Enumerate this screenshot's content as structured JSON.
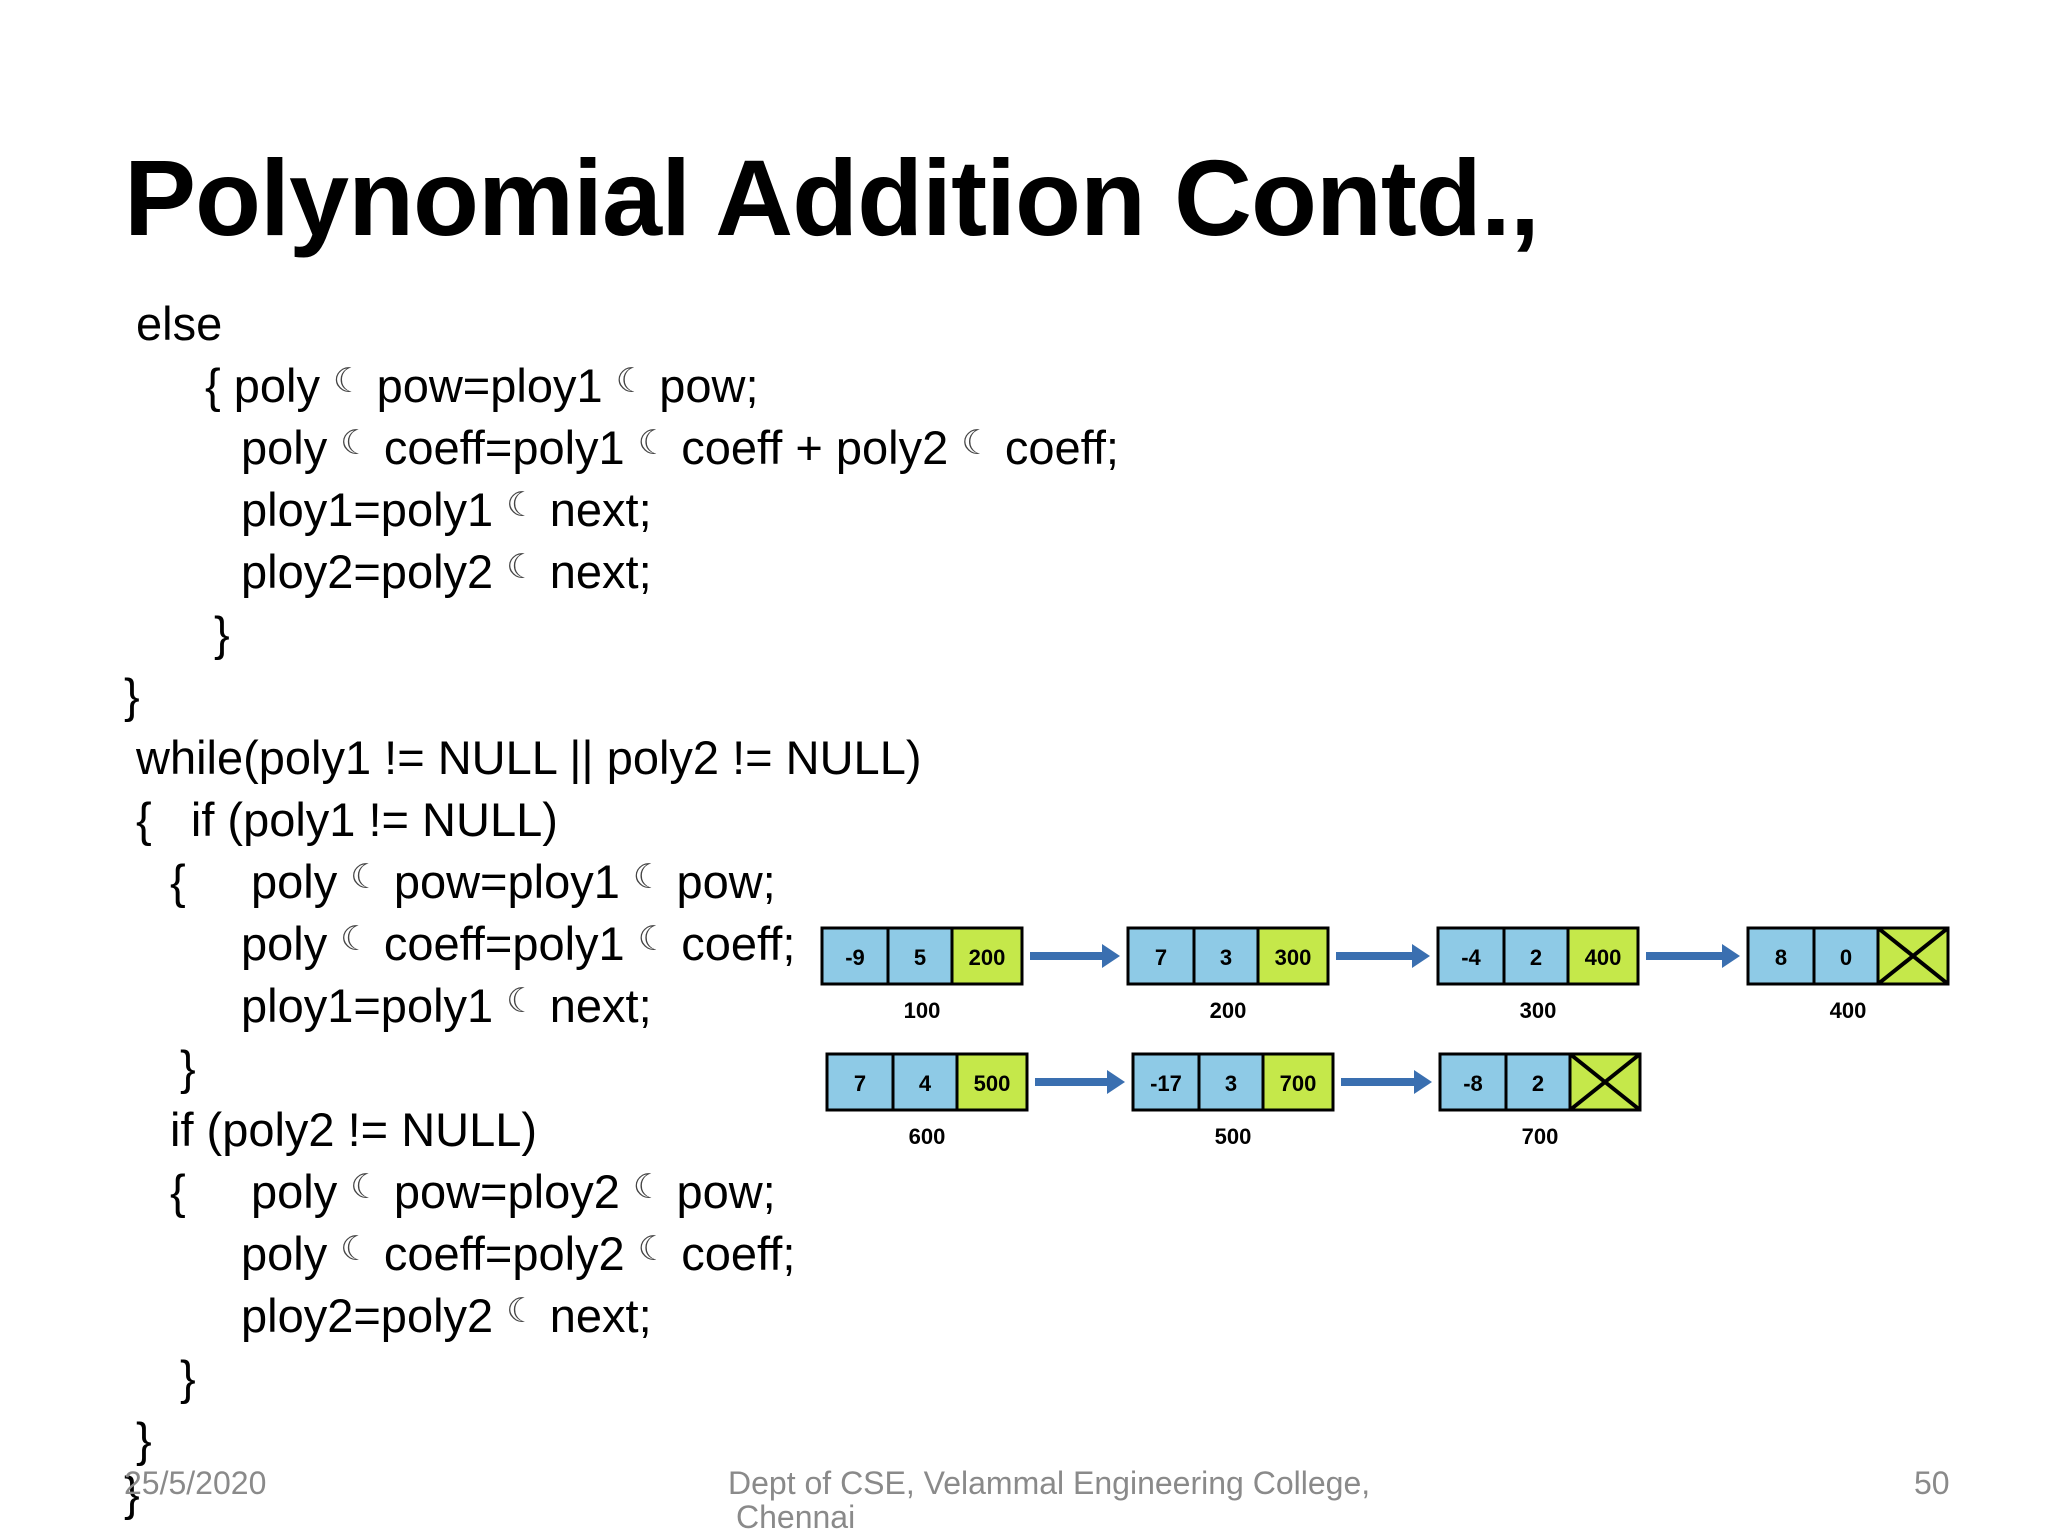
{
  "slide": {
    "title": "Polynomial Addition Contd.,"
  },
  "code": {
    "arrow": "☾",
    "lines": [
      [
        {
          "t": "else"
        }
      ],
      [
        {
          "t": "{ poly "
        },
        {
          "a": 1
        },
        {
          "t": " pow=ploy1 "
        },
        {
          "a": 1
        },
        {
          "t": " pow;"
        }
      ],
      [
        {
          "t": "poly "
        },
        {
          "a": 1
        },
        {
          "t": " coeff=poly1 "
        },
        {
          "a": 1
        },
        {
          "t": " coeff + poly2 "
        },
        {
          "a": 1
        },
        {
          "t": " coeff;"
        }
      ],
      [
        {
          "t": "ploy1=poly1 "
        },
        {
          "a": 1
        },
        {
          "t": " next;"
        }
      ],
      [
        {
          "t": "ploy2=poly2 "
        },
        {
          "a": 1
        },
        {
          "t": " next;"
        }
      ],
      [
        {
          "t": "}"
        }
      ],
      [
        {
          "t": "}"
        }
      ],
      [
        {
          "t": "while(poly1 != NULL || poly2 != NULL)"
        }
      ],
      [
        {
          "t": "{   if (poly1 != NULL)"
        }
      ],
      [
        {
          "t": "{     poly "
        },
        {
          "a": 1
        },
        {
          "t": " pow=ploy1 "
        },
        {
          "a": 1
        },
        {
          "t": " pow;"
        }
      ],
      [
        {
          "t": "poly "
        },
        {
          "a": 1
        },
        {
          "t": " coeff=poly1 "
        },
        {
          "a": 1
        },
        {
          "t": " coeff;"
        }
      ],
      [
        {
          "t": "ploy1=poly1 "
        },
        {
          "a": 1
        },
        {
          "t": " next;"
        }
      ],
      [
        {
          "t": "}"
        }
      ],
      [
        {
          "t": "if (poly2 != NULL)"
        }
      ],
      [
        {
          "t": "{     poly "
        },
        {
          "a": 1
        },
        {
          "t": " pow=ploy2 "
        },
        {
          "a": 1
        },
        {
          "t": " pow;"
        }
      ],
      [
        {
          "t": "poly "
        },
        {
          "a": 1
        },
        {
          "t": " coeff=poly2 "
        },
        {
          "a": 1
        },
        {
          "t": " coeff;"
        }
      ],
      [
        {
          "t": "ploy2=poly2 "
        },
        {
          "a": 1
        },
        {
          "t": " next;"
        }
      ],
      [
        {
          "t": "}"
        }
      ],
      [
        {
          "t": "}"
        }
      ],
      [
        {
          "t": "}"
        }
      ]
    ]
  },
  "lists": [
    {
      "nodes": [
        {
          "coeff": "-9",
          "pow": "5",
          "next": "200",
          "addr": "100"
        },
        {
          "coeff": "7",
          "pow": "3",
          "next": "300",
          "addr": "200"
        },
        {
          "coeff": "-4",
          "pow": "2",
          "next": "400",
          "addr": "300"
        },
        {
          "coeff": "8",
          "pow": "0",
          "next": null,
          "addr": "400"
        }
      ]
    },
    {
      "nodes": [
        {
          "coeff": "7",
          "pow": "4",
          "next": "500",
          "addr": "600"
        },
        {
          "coeff": "-17",
          "pow": "3",
          "next": "700",
          "addr": "500"
        },
        {
          "coeff": "-8",
          "pow": "2",
          "next": null,
          "addr": "700"
        }
      ]
    }
  ],
  "colors": {
    "data_cell": "#8ecae6",
    "next_cell": "#c5e84a",
    "arrow": "#3a6fb0",
    "border": "#000000"
  },
  "footer": {
    "date": "25/5/2020",
    "dept_line1": "Dept of CSE, Velammal Engineering College,",
    "dept_line2": "Chennai",
    "page": "50"
  }
}
